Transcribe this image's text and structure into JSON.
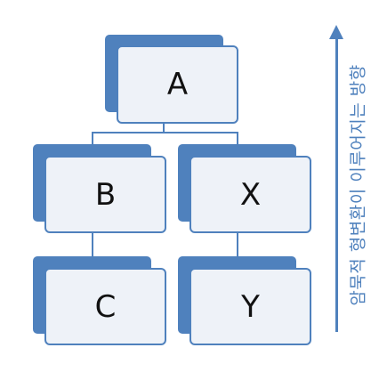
{
  "nodes": {
    "a": "A",
    "b": "B",
    "x": "X",
    "c": "C",
    "y": "Y"
  },
  "direction_label": "암묵적 형변환이 이루어지는 방향",
  "colors": {
    "accent": "#4f81bd",
    "card_fill": "#eef2f8",
    "background": "#ffffff"
  }
}
